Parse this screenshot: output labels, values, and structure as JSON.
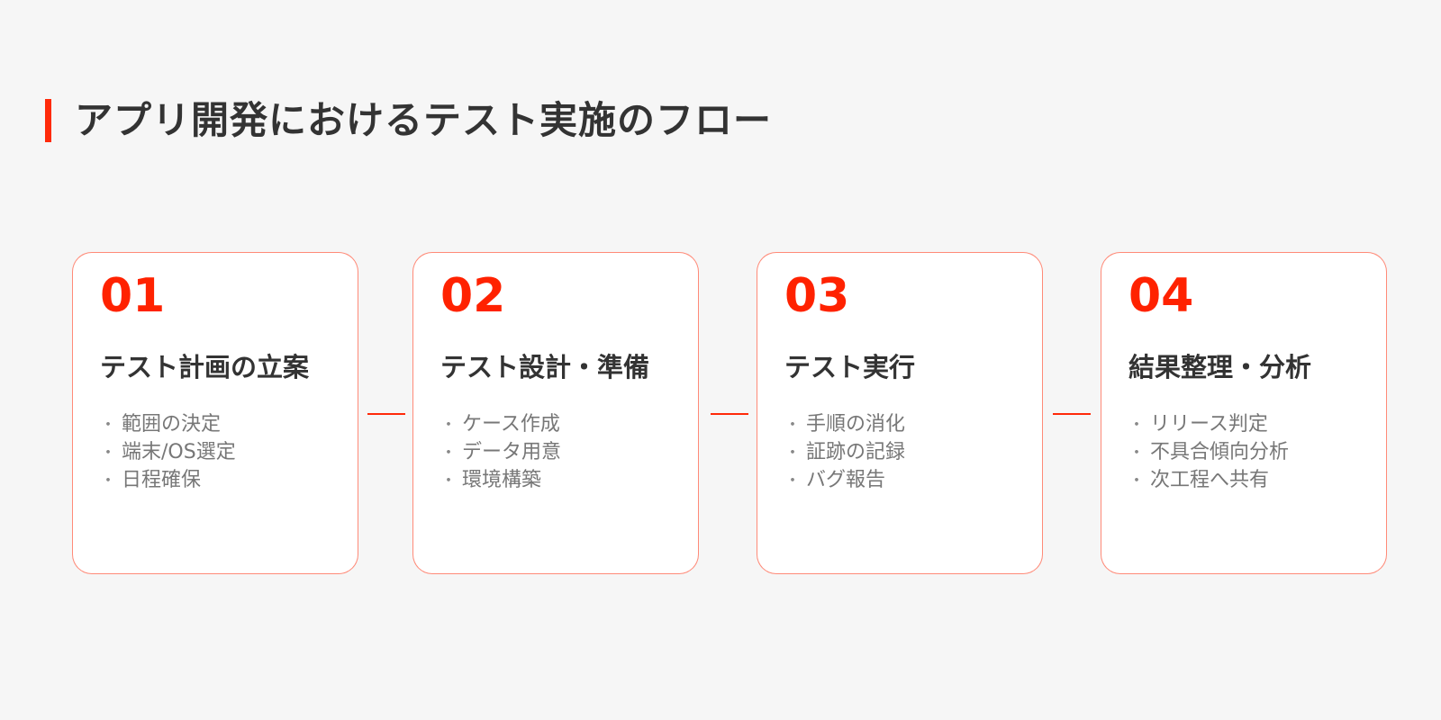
{
  "title": "アプリ開発におけるテスト実施のフロー",
  "colors": {
    "accent": "#ff2200",
    "card_border": "#ff8a7a",
    "title_text": "#333333",
    "list_text": "#777777",
    "background": "#f6f6f6"
  },
  "steps": [
    {
      "number": "01",
      "title": "テスト計画の立案",
      "items": [
        "範囲の決定",
        "端末/OS選定",
        "日程確保"
      ]
    },
    {
      "number": "02",
      "title": "テスト設計・準備",
      "items": [
        "ケース作成",
        "データ用意",
        "環境構築"
      ]
    },
    {
      "number": "03",
      "title": "テスト実行",
      "items": [
        "手順の消化",
        "証跡の記録",
        "バグ報告"
      ]
    },
    {
      "number": "04",
      "title": "結果整理・分析",
      "items": [
        "リリース判定",
        "不具合傾向分析",
        "次工程へ共有"
      ]
    }
  ],
  "bullet": "・"
}
